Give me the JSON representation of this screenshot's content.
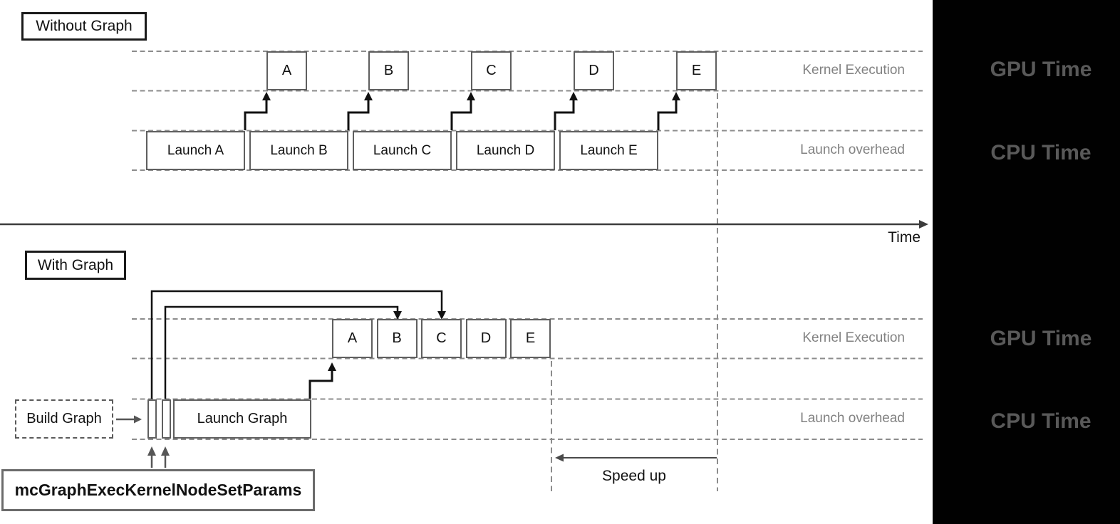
{
  "axis": {
    "label": "Time"
  },
  "sidebar": {
    "gpu_top": "GPU Time",
    "cpu_top": "CPU Time",
    "gpu_bottom": "GPU Time",
    "cpu_bottom": "CPU Time"
  },
  "without": {
    "title": "Without Graph",
    "kernel_row_label": "Kernel Execution",
    "launch_row_label": "Launch overhead",
    "kernels": [
      "A",
      "B",
      "C",
      "D",
      "E"
    ],
    "launches": [
      "Launch A",
      "Launch B",
      "Launch C",
      "Launch D",
      "Launch E"
    ]
  },
  "with": {
    "title": "With Graph",
    "kernel_row_label": "Kernel Execution",
    "launch_row_label": "Launch overhead",
    "kernels": [
      "A",
      "B",
      "C",
      "D",
      "E"
    ],
    "launch_graph": "Launch Graph",
    "build_graph": "Build Graph",
    "api_call": "mcGraphExecKernelNodeSetParams",
    "speed_up": "Speed up"
  },
  "colors": {
    "sidebar_bg": "#010101",
    "sidebar_text": "#595959",
    "row_label_text": "#828282",
    "box_border": "#5f5f5f",
    "dashed_line": "#8c8c8c",
    "arrow_black": "#111111",
    "arrow_gray": "#565656"
  }
}
